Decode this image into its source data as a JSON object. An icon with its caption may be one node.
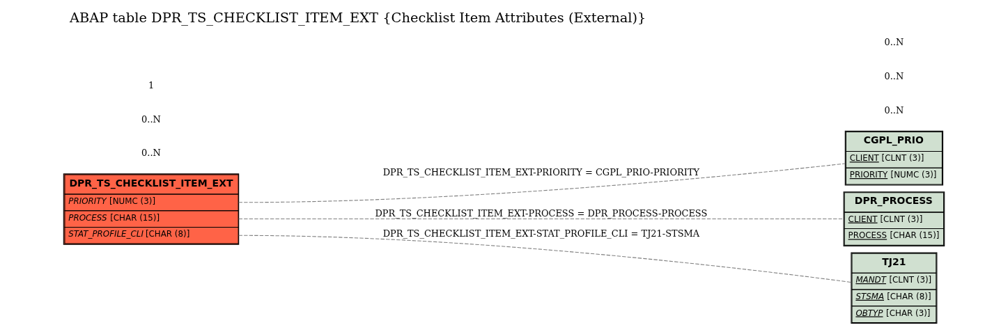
{
  "diagram": {
    "title": "ABAP table DPR_TS_CHECKLIST_ITEM_EXT {Checklist Item Attributes (External)}",
    "nodes": [
      {
        "text": [
          "DPR_TS_CHECKLIST_ITEM_EXT",
          "PRIORITY [NUMC (3)]",
          "PROCESS [CHAR (15)]",
          "STAT_PROFILE_CLI [CHAR (8)]"
        ]
      },
      {
        "text": [
          "CGPL_PRIO",
          "CLIENT [CLNT (3)]",
          "PRIORITY [NUMC (3)]"
        ]
      },
      {
        "text": [
          "DPR_PROCESS",
          "CLIENT [CLNT (3)]",
          "PROCESS [CHAR (15)]"
        ]
      },
      {
        "text": [
          "TJ21",
          "MANDT [CLNT (3)]",
          "STSMA [CHAR (8)]",
          "OBTYP [CHAR (3)]"
        ]
      }
    ],
    "edges": [
      {
        "from": 0,
        "to": 1,
        "arrow": "none",
        "style": "dashed",
        "label": "DPR_TS_CHECKLIST_ITEM_EXT-PRIORITY = CGPL_PRIO-PRIORITY"
      },
      {
        "from": 0,
        "to": 2,
        "arrow": "none",
        "style": "dashed",
        "label": "DPR_TS_CHECKLIST_ITEM_EXT-PROCESS = DPR_PROCESS-PROCESS"
      },
      {
        "from": 0,
        "to": 3,
        "arrow": "none",
        "style": "dashed",
        "label": "DPR_TS_CHECKLIST_ITEM_EXT-STAT_PROFILE_CLI = TJ21-STSMA"
      }
    ],
    "labels": [
      "0..N",
      "0..N",
      "0..N",
      "0..N",
      "1",
      "0..N"
    ]
  }
}
